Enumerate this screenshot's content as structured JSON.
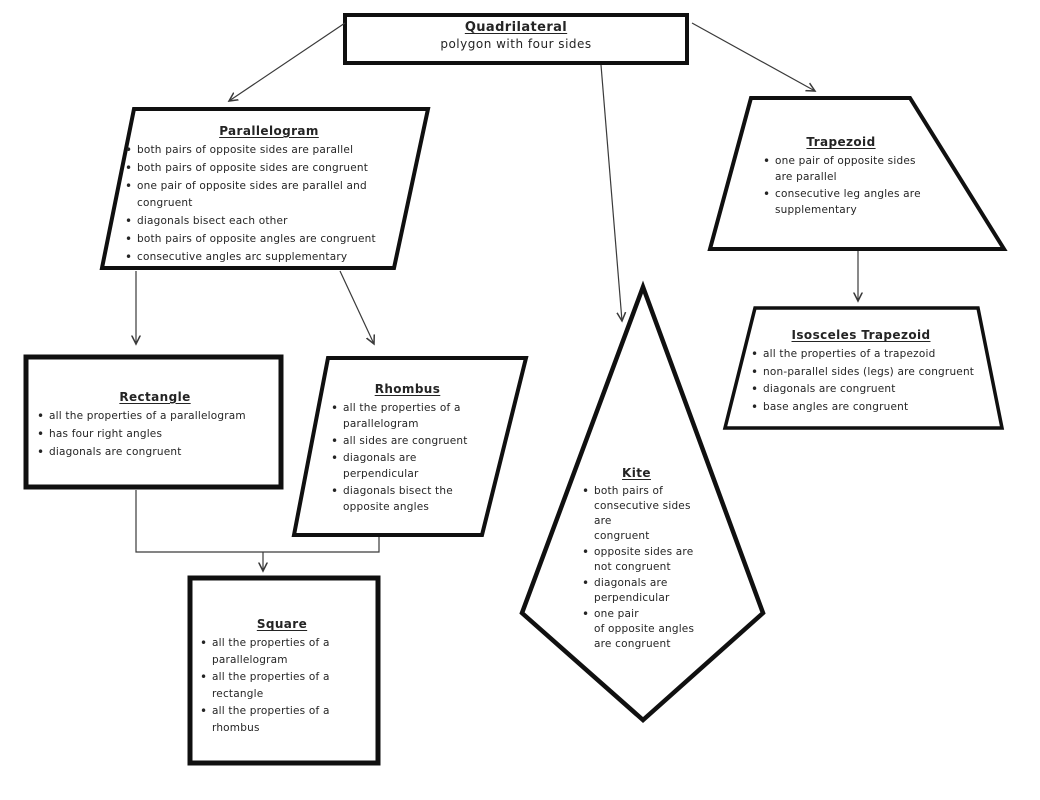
{
  "colors": {
    "ink": "#101010",
    "connector": "#3a3a3a",
    "background": "#ffffff"
  },
  "nodes": {
    "quadrilateral": {
      "title": "Quadrilateral",
      "subtitle": "polygon with four sides"
    },
    "parallelogram": {
      "title": "Parallelogram",
      "bullets": [
        "both pairs of opposite sides are parallel",
        "both pairs of opposite sides are congruent",
        "one pair of opposite sides are parallel and\ncongruent",
        "diagonals bisect each other",
        "both pairs of opposite angles are congruent",
        "consecutive angles arc supplementary"
      ]
    },
    "trapezoid": {
      "title": "Trapezoid",
      "bullets": [
        "one pair of opposite sides\nare parallel",
        "consecutive leg angles are\nsupplementary"
      ]
    },
    "isosceles_trapezoid": {
      "title": "Isosceles Trapezoid",
      "bullets": [
        "all the properties of a trapezoid",
        "non-parallel sides (legs) are congruent",
        "diagonals are congruent",
        "base angles are congruent"
      ]
    },
    "rectangle": {
      "title": "Rectangle",
      "bullets": [
        "all the properties of a parallelogram",
        "has four right angles",
        "diagonals are congruent"
      ]
    },
    "rhombus": {
      "title": "Rhombus",
      "bullets": [
        "all the properties of a\nparallelogram",
        "all sides are congruent",
        "diagonals are\nperpendicular",
        "diagonals bisect the\nopposite angles"
      ]
    },
    "kite": {
      "title": "Kite",
      "bullets": [
        "both pairs of\nconsecutive sides\nare\ncongruent",
        "opposite sides are\nnot congruent",
        "diagonals are\nperpendicular",
        "one pair\nof opposite angles\nare congruent"
      ]
    },
    "square": {
      "title": "Square",
      "bullets": [
        "all the properties of a\nparallelogram",
        "all the properties of a\nrectangle",
        "all the properties of a\nrhombus"
      ]
    }
  }
}
